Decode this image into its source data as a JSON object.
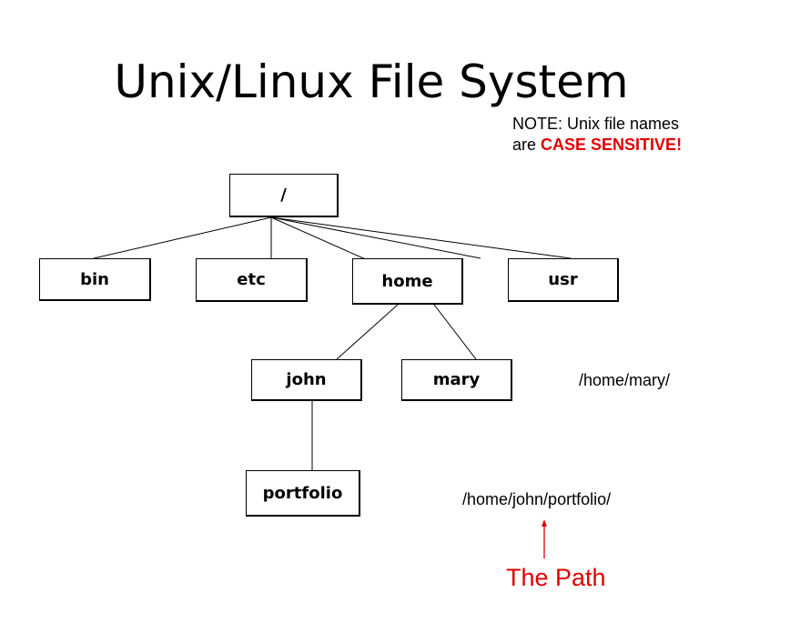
{
  "title": "Unix/Linux File System",
  "note": {
    "line1": "NOTE: Unix file names",
    "line2_prefix": "are ",
    "line2_emphasis": "CASE SENSITIVE!"
  },
  "tree": {
    "root": "/",
    "bin": "bin",
    "etc": "etc",
    "home": "home",
    "usr": "usr",
    "john": "john",
    "mary": "mary",
    "portfolio": "portfolio"
  },
  "paths": {
    "mary": "/home/mary/",
    "portfolio": "/home/john/portfolio/"
  },
  "path_label": "The Path",
  "colors": {
    "emphasis": "#e00000",
    "line": "#000000"
  }
}
